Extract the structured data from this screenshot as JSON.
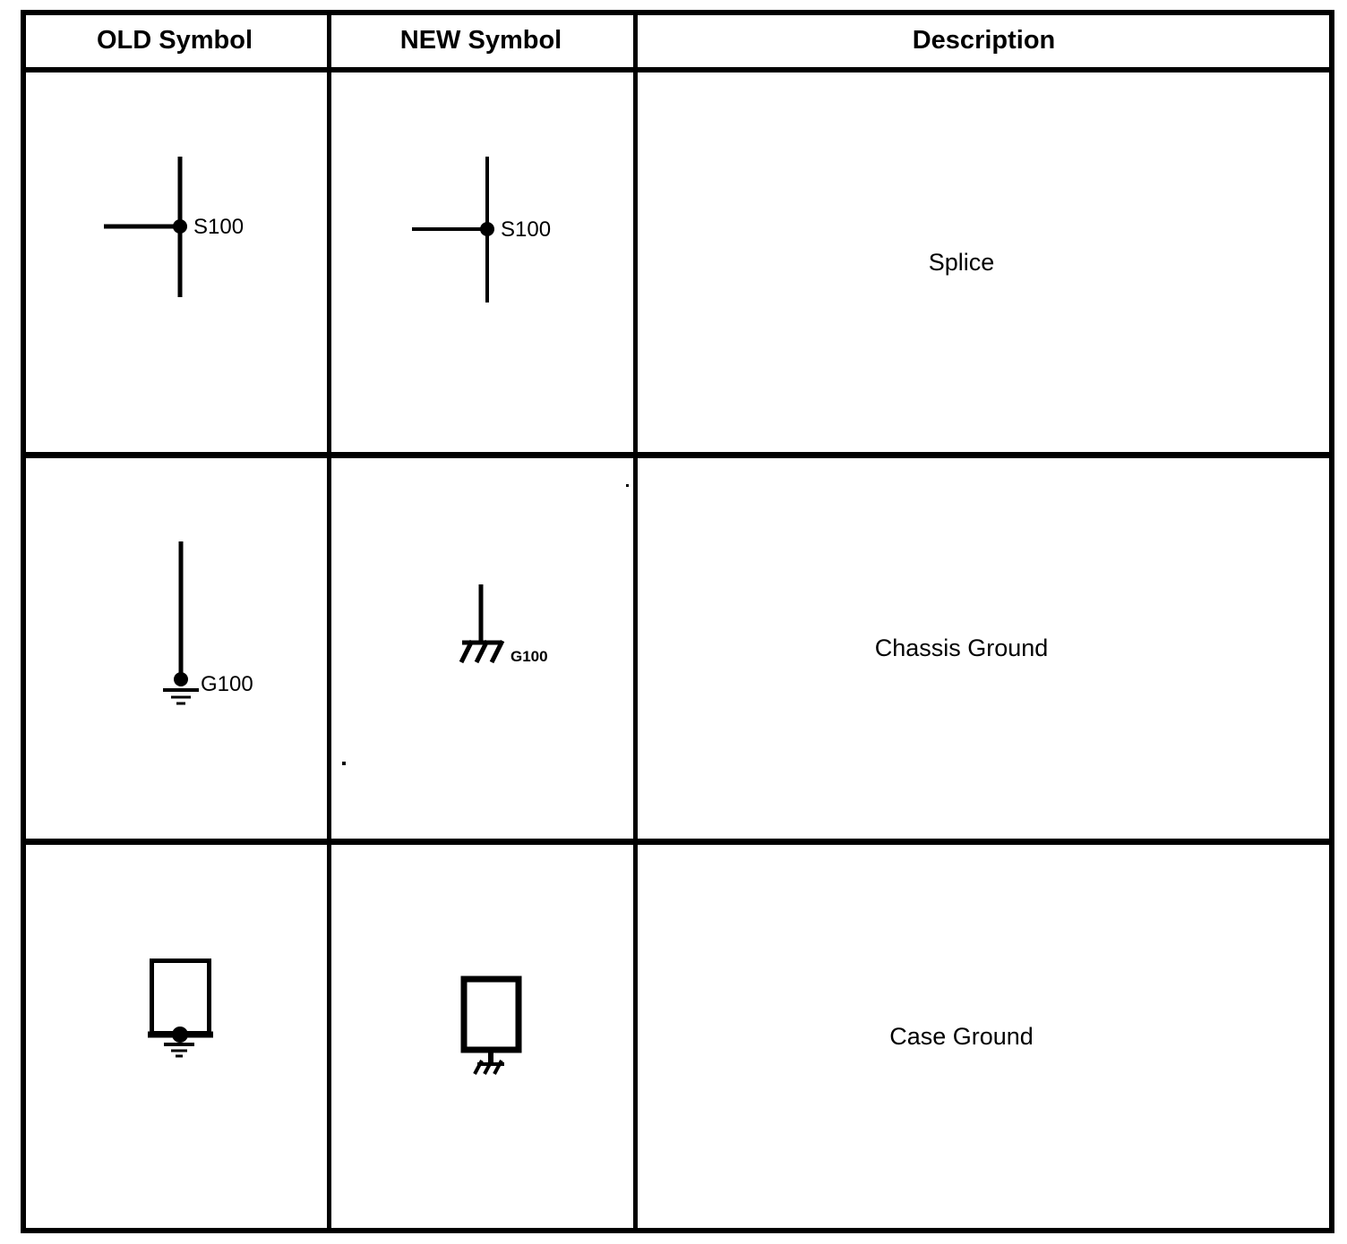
{
  "table": {
    "headers": [
      {
        "label": "OLD Symbol"
      },
      {
        "label": "NEW Symbol"
      },
      {
        "label": "Description"
      }
    ],
    "rows": [
      {
        "description": "Splice",
        "old_symbol": "splice-cross-with-dot",
        "old_label": "S100",
        "new_symbol": "splice-cross-with-dot",
        "new_label": "S100"
      },
      {
        "description": "Chassis Ground",
        "old_symbol": "wire-drop-dot-earth-ground",
        "old_label": "G100",
        "new_symbol": "chassis-ground-hatched",
        "new_label": "G100"
      },
      {
        "description": "Case Ground",
        "old_symbol": "case-box-dot-earth-ground",
        "old_label": "",
        "new_symbol": "case-box-chassis-ground",
        "new_label": ""
      }
    ]
  },
  "colors": {
    "ink": "#000000",
    "background": "#ffffff"
  }
}
